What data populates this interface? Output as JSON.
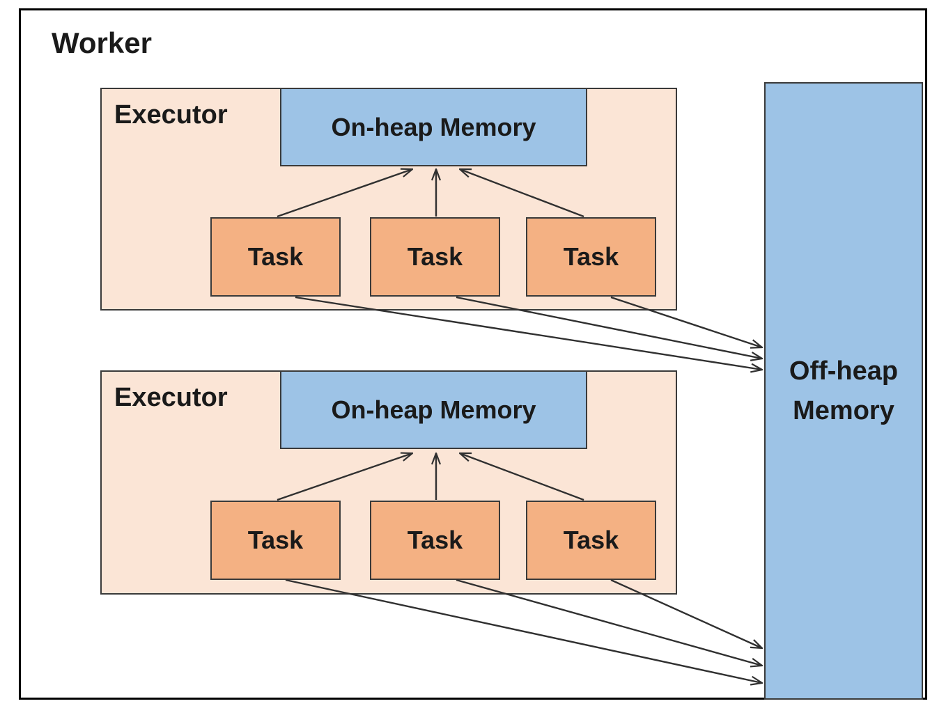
{
  "diagram": {
    "worker": {
      "label": "Worker"
    },
    "executors": [
      {
        "label": "Executor",
        "onheap": {
          "label": "On-heap Memory"
        },
        "tasks": [
          "Task",
          "Task",
          "Task"
        ]
      },
      {
        "label": "Executor",
        "onheap": {
          "label": "On-heap Memory"
        },
        "tasks": [
          "Task",
          "Task",
          "Task"
        ]
      }
    ],
    "offheap": {
      "label": "Off-heap Memory",
      "lines": [
        "Off-heap",
        "Memory"
      ]
    },
    "edges": [
      "each Task -> On-heap Memory of its own Executor",
      "each Task -> shared Off-heap Memory"
    ],
    "colors": {
      "worker_bg": "#FFFFFF",
      "worker_border": "#000000",
      "executor_fill": "#FBE5D6",
      "task_fill": "#F4B183",
      "memory_fill": "#9DC3E6",
      "box_border": "#3A3A3A",
      "arrow": "#303030",
      "text": "#1A1A1A"
    }
  }
}
